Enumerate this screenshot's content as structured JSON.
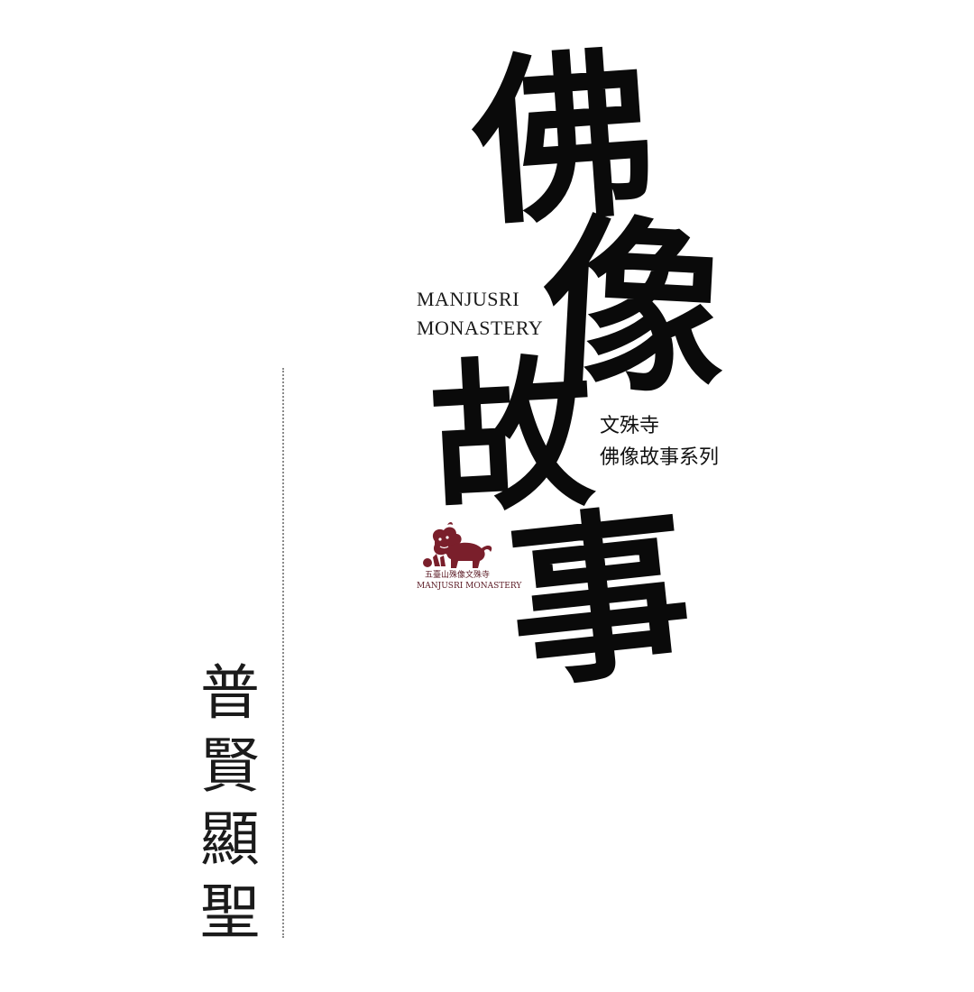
{
  "main_title_chars": [
    "佛",
    "像",
    "故",
    "事"
  ],
  "monastery_name_en": [
    "MANJUSRI",
    "MONASTERY"
  ],
  "series_label": [
    "文殊寺",
    "佛像故事系列"
  ],
  "logo": {
    "icon": "lion-icon",
    "caption_cn": "五臺山殊像文殊寺",
    "caption_en": "MANJUSRI MONASTERY",
    "color": "#7a1f2b"
  },
  "story_title_chars": [
    "普",
    "賢",
    "顯",
    "聖"
  ],
  "colors": {
    "background": "#ffffff",
    "ink": "#0a0a0a",
    "seal": "#7a1f2b",
    "divider": "#8a8a8a"
  }
}
